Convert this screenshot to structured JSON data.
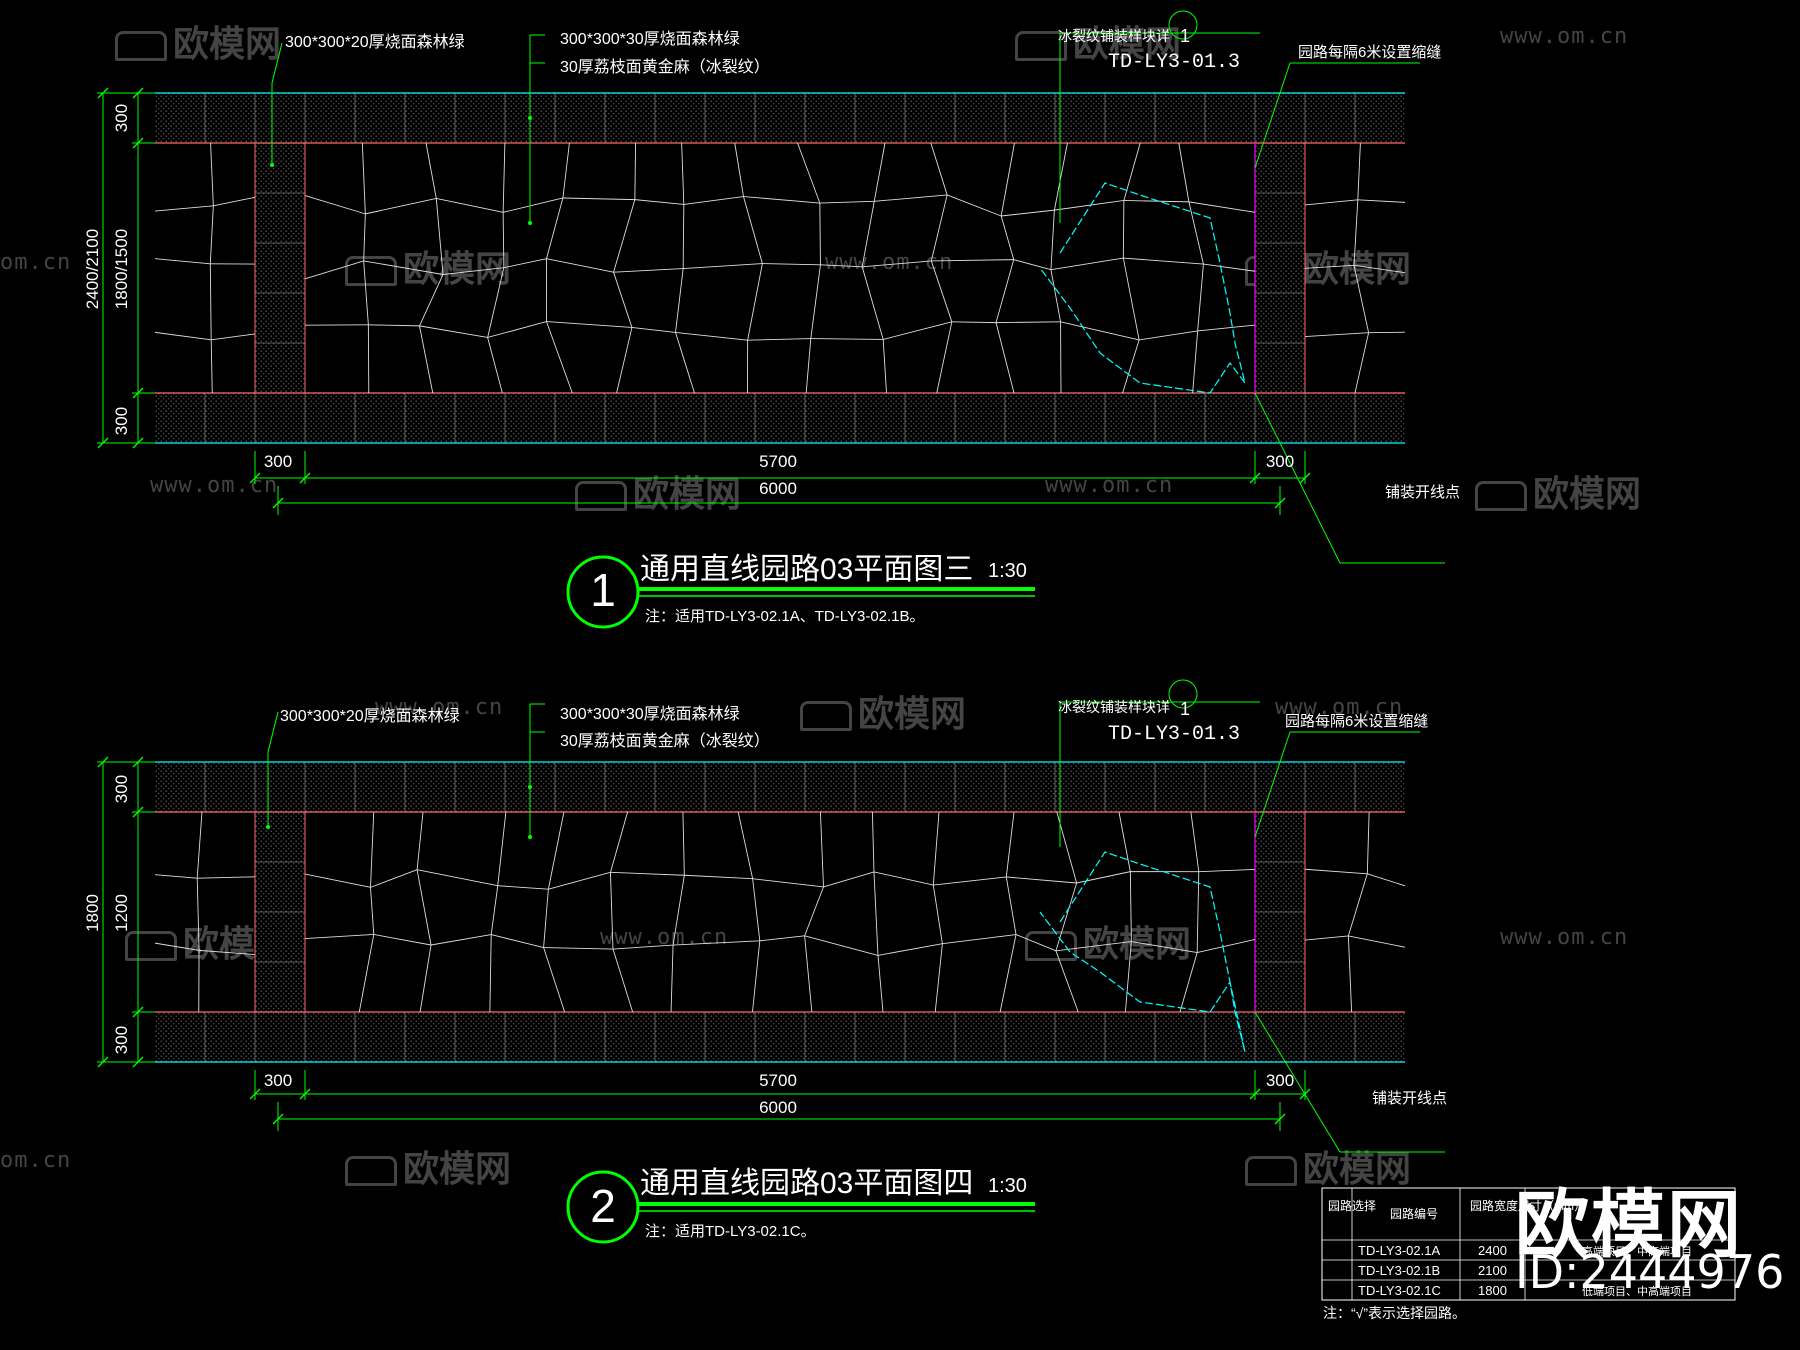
{
  "plans": [
    {
      "title": "通用直线园路03平面图三",
      "scale": "1:30",
      "number": "1",
      "note": "注：适用TD-LY3-02.1A、TD-LY3-02.1B。",
      "label_left_border": "300*300*20厚烧面森林绿",
      "label_top_1": "300*300*30厚烧面森林绿",
      "label_top_2": "30厚荔枝面黄金麻（冰裂纹）",
      "label_detail": "冰裂纹铺装样块详",
      "detail_num": "1",
      "detail_ref": "TD-LY3-01.3",
      "label_joint": "园路每隔6米设置缩缝",
      "label_start": "铺装开线点",
      "dim_outer": "2400/2100",
      "dim_inner": "1800/1500",
      "dim_top": "300",
      "dim_bottom": "300",
      "dim_left": "300",
      "dim_mid": "5700",
      "dim_right": "300",
      "dim_total": "6000"
    },
    {
      "title": "通用直线园路03平面图四",
      "scale": "1:30",
      "number": "2",
      "note": "注：适用TD-LY3-02.1C。",
      "label_left_border": "300*300*20厚烧面森林绿",
      "label_top_1": "300*300*30厚烧面森林绿",
      "label_top_2": "30厚荔枝面黄金麻（冰裂纹）",
      "label_detail": "冰裂纹铺装样块详",
      "detail_num": "1",
      "detail_ref": "TD-LY3-01.3",
      "label_joint": "园路每隔6米设置缩缝",
      "label_start": "铺装开线点",
      "dim_outer": "1800",
      "dim_inner": "1200",
      "dim_top": "300",
      "dim_bottom": "300",
      "dim_left": "300",
      "dim_mid": "5700",
      "dim_right": "300",
      "dim_total": "6000"
    }
  ],
  "table": {
    "headers": [
      "园路选择",
      "园路编号",
      "园路宽度尺寸（mm）",
      ""
    ],
    "rows": [
      [
        "",
        "TD-LY3-02.1A",
        "2400",
        "高端项目、中高端项目"
      ],
      [
        "",
        "TD-LY3-02.1B",
        "2100",
        ""
      ],
      [
        "",
        "TD-LY3-02.1C",
        "1800",
        "低端项目、中高端项目"
      ]
    ],
    "note": "注：“√”表示选择园路。"
  },
  "watermark": {
    "text": "欧模网",
    "url": "www.om.cn",
    "url_short": "om.cn",
    "brand": "欧模网",
    "id": "ID:2444976"
  },
  "colors": {
    "background": "#000000",
    "dimension": "#00ff00",
    "border_line": "#00ffff",
    "inner_line": "#ff6b6b",
    "joint_line": "#ff00ff",
    "text": "#ffffff"
  }
}
